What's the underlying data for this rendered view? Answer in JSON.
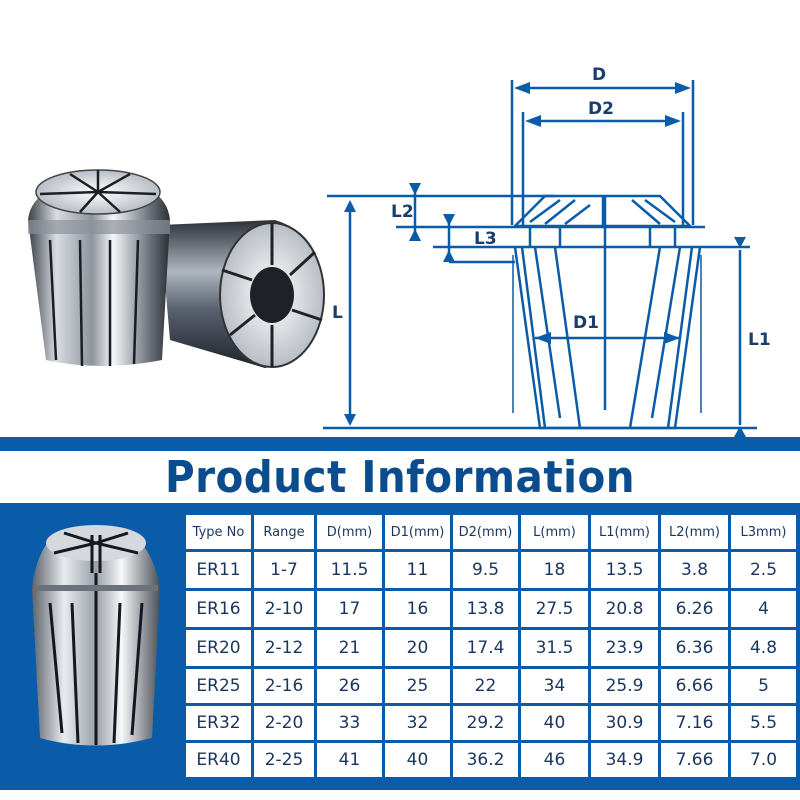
{
  "diagram": {
    "labels": {
      "D": "D",
      "D2": "D2",
      "D1": "D1",
      "L": "L",
      "L1": "L1",
      "L2": "L2",
      "L3": "L3"
    },
    "colors": {
      "line": "#0a5ca8",
      "label": "#1a3d6e"
    }
  },
  "title": "Product Information",
  "colors": {
    "brand_blue": "#0a5ca8",
    "title_blue": "#0b4c8f",
    "cell_text": "#1a355e"
  },
  "table": {
    "headers": [
      "Type No",
      "Range",
      "D(mm)",
      "D1(mm)",
      "D2(mm)",
      "L(mm)",
      "L1(mm)",
      "L2(mm)",
      "L3mm)"
    ],
    "rows": [
      [
        "ER11",
        "1-7",
        "11.5",
        "11",
        "9.5",
        "18",
        "13.5",
        "3.8",
        "2.5"
      ],
      [
        "ER16",
        "2-10",
        "17",
        "16",
        "13.8",
        "27.5",
        "20.8",
        "6.26",
        "4"
      ],
      [
        "ER20",
        "2-12",
        "21",
        "20",
        "17.4",
        "31.5",
        "23.9",
        "6.36",
        "4.8"
      ],
      [
        "ER25",
        "2-16",
        "26",
        "25",
        "22",
        "34",
        "25.9",
        "6.66",
        "5"
      ],
      [
        "ER32",
        "2-20",
        "33",
        "32",
        "29.2",
        "40",
        "30.9",
        "7.16",
        "5.5"
      ],
      [
        "ER40",
        "2-25",
        "41",
        "40",
        "36.2",
        "46",
        "34.9",
        "7.66",
        "7.0"
      ]
    ]
  },
  "images": {
    "hero": "two-er-collets-photo",
    "panel": "single-er-collet-photo"
  }
}
